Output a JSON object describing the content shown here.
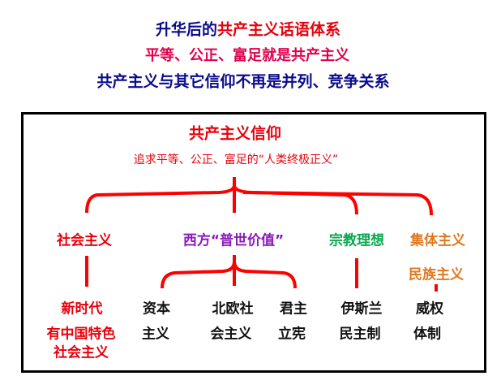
{
  "header": {
    "line1_prefix": "升华后的",
    "line1_highlight": "共产主义话语体系",
    "line2": "平等、公正、富足就是共产主义",
    "line3": "共产主义与其它信仰不再是并列、竞争关系"
  },
  "diagram": {
    "root": {
      "title": "共产主义信仰",
      "subtitle": "追求平等、公正、富足的“人类终极正义”"
    },
    "branches": [
      {
        "label": "社会主义",
        "children": [
          {
            "line1": "新时代",
            "line2": "有中国特色",
            "line3": "社会主义"
          }
        ]
      },
      {
        "label": "西方“普世价值”",
        "children": [
          {
            "line1": "资本",
            "line2": "主义"
          },
          {
            "line1": "北欧社",
            "line2": "会主义"
          },
          {
            "line1": "君主",
            "line2": "立宪"
          }
        ]
      },
      {
        "label": "宗教理想",
        "children": [
          {
            "line1": "伊斯兰",
            "line2": "民主制"
          }
        ]
      },
      {
        "label": "集体主义",
        "sublabel": "民族主义",
        "children": [
          {
            "line1": "威权",
            "line2": "体制"
          }
        ]
      }
    ],
    "colors": {
      "red": "#e8000b",
      "blue": "#0a0a8c",
      "purple": "#8a1ab8",
      "green": "#0aa84f",
      "orange": "#e0781e"
    }
  }
}
